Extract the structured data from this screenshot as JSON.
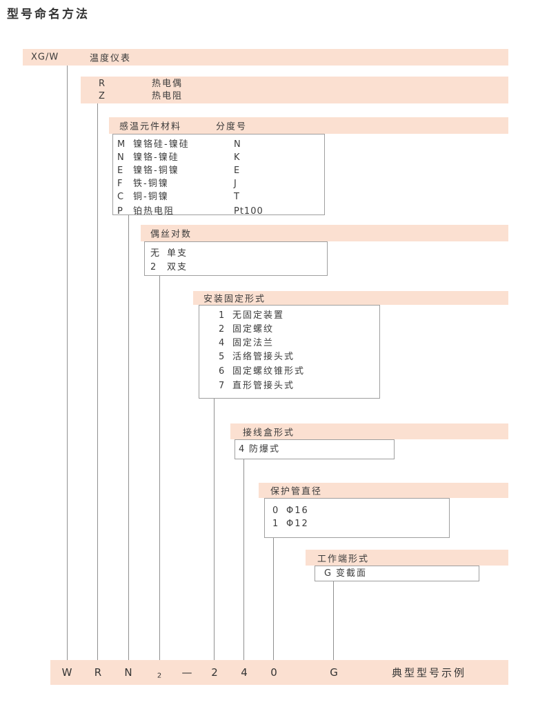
{
  "title": "型号命名方法",
  "colors": {
    "band": "#fbe0d1",
    "border": "#9e9e9e",
    "line": "#8f8f8f",
    "text": "#3a3a3a"
  },
  "root_bar": {
    "code": "XG/W",
    "label": "温度仪表"
  },
  "type_box": {
    "rows": [
      {
        "key": "R",
        "label": "热电偶"
      },
      {
        "key": "Z",
        "label": "热电阻"
      }
    ]
  },
  "sections": [
    {
      "title": "感温元件材料",
      "col2_title": "分度号",
      "rows": [
        {
          "key": "M",
          "label": "镍铬硅-镍硅",
          "grade": "N"
        },
        {
          "key": "N",
          "label": "镍铬-镍硅",
          "grade": "K"
        },
        {
          "key": "E",
          "label": "镍铬-铜镍",
          "grade": "E"
        },
        {
          "key": "F",
          "label": "铁-铜镍",
          "grade": "J"
        },
        {
          "key": "C",
          "label": "铜-铜镍",
          "grade": "T"
        },
        {
          "key": "P",
          "label": "铂热电阻",
          "grade": "Pt100"
        }
      ]
    },
    {
      "title": "偶丝对数",
      "rows": [
        {
          "key": "无",
          "label": "单支"
        },
        {
          "key": "2",
          "label": "双支"
        }
      ]
    },
    {
      "title": "安装固定形式",
      "rows": [
        {
          "key": "1",
          "label": "无固定装置"
        },
        {
          "key": "2",
          "label": "固定螺纹"
        },
        {
          "key": "4",
          "label": "固定法兰"
        },
        {
          "key": "5",
          "label": "活络管接头式"
        },
        {
          "key": "6",
          "label": "固定螺纹锥形式"
        },
        {
          "key": "7",
          "label": "直形管接头式"
        }
      ]
    },
    {
      "title": "接线盒形式",
      "rows": [
        {
          "key": "4",
          "label": "防爆式"
        }
      ]
    },
    {
      "title": "保护管直径",
      "rows": [
        {
          "key": "0",
          "label": "Φ16"
        },
        {
          "key": "1",
          "label": "Φ12"
        }
      ]
    },
    {
      "title": "工作端形式",
      "rows": [
        {
          "key": "G",
          "label": "变截面"
        }
      ]
    }
  ],
  "example": {
    "chars": [
      {
        "c": "W"
      },
      {
        "c": "R"
      },
      {
        "c": "N"
      },
      {
        "c": "2",
        "sub": true
      },
      {
        "c": "—"
      },
      {
        "c": "2"
      },
      {
        "c": "4"
      },
      {
        "c": "0"
      },
      {
        "c": "G"
      }
    ],
    "caption": "典型型号示例"
  }
}
